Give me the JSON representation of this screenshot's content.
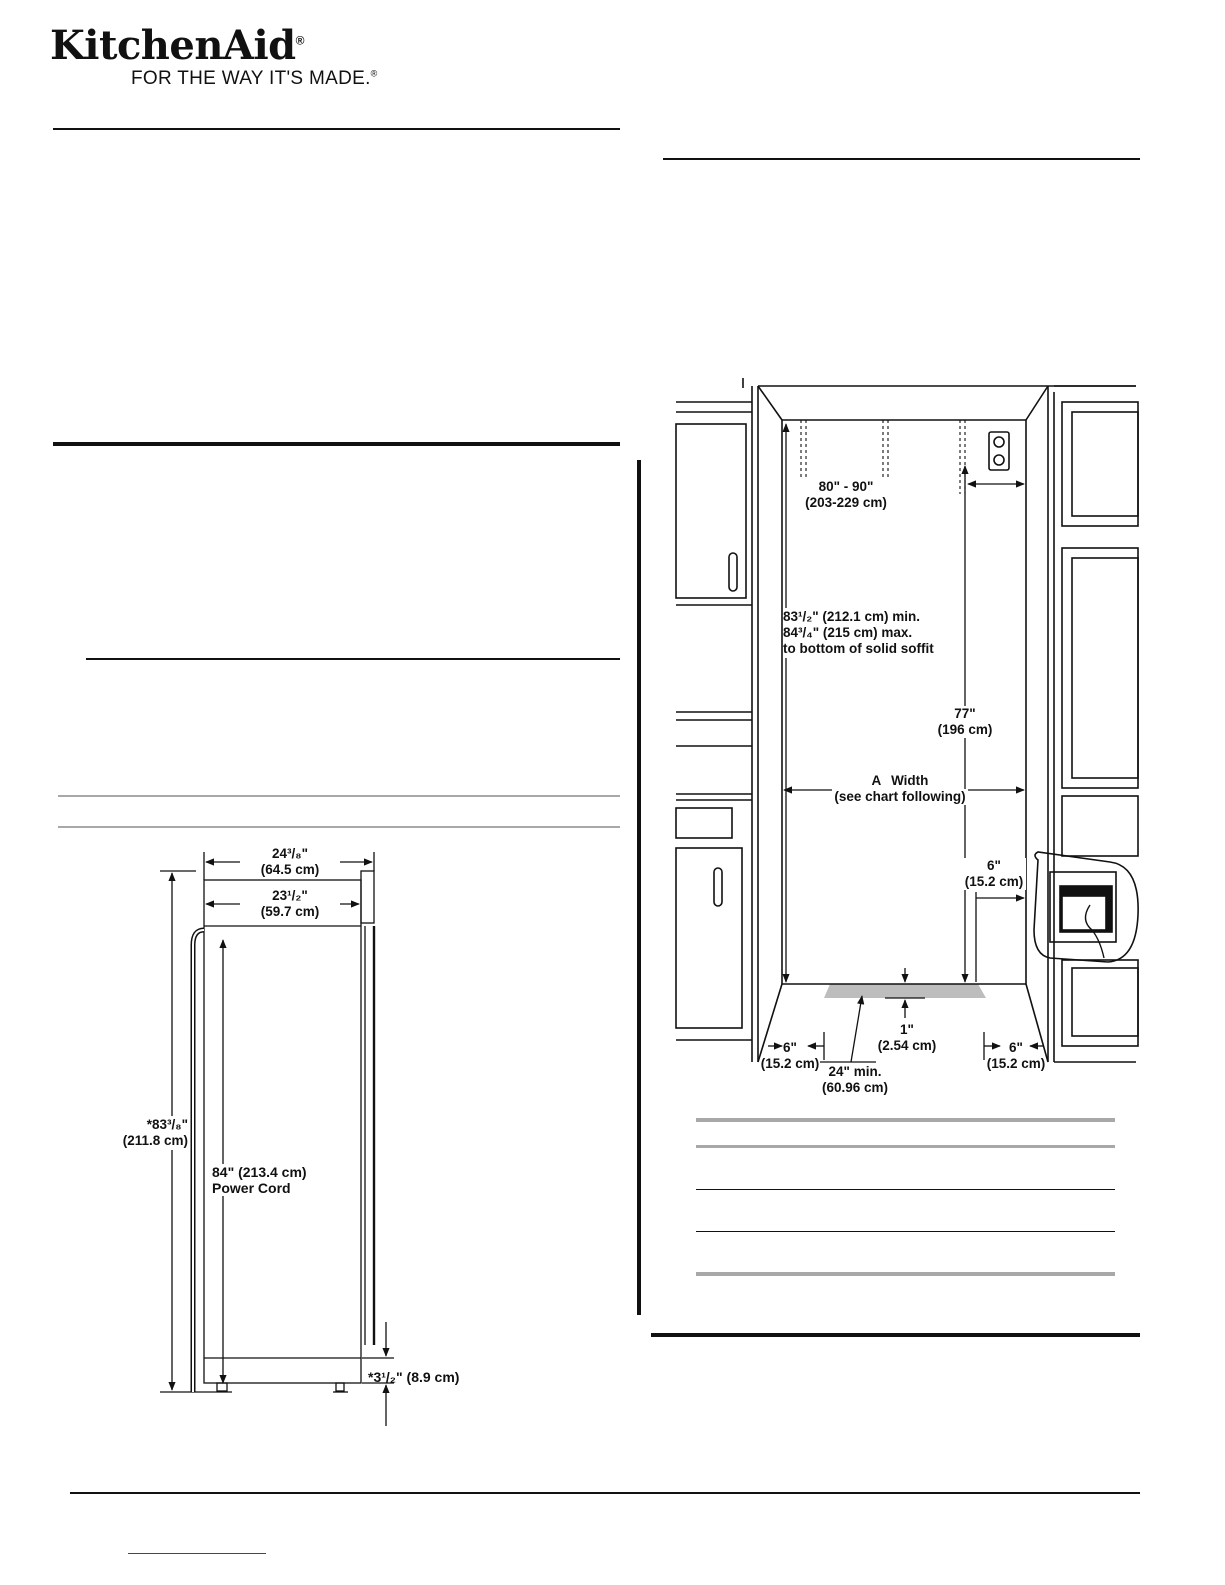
{
  "brand": {
    "name": "KitchenAid",
    "reg": "®",
    "tagline": "FOR THE WAY IT'S MADE.",
    "tagline_reg": "®"
  },
  "colors": {
    "ink": "#111111",
    "rule_gray": "#a8a8a8",
    "floor_shade": "#bdbdbd",
    "link": "#2a3cc8"
  },
  "product_diagram": {
    "overall_depth_in": "24³/₈\"",
    "overall_depth_cm": "(64.5 cm)",
    "cabinet_depth_in": "23¹/₂\"",
    "cabinet_depth_cm": "(59.7 cm)",
    "height_in": "*83³/₈\"",
    "height_cm": "(211.8 cm)",
    "cord_line1": "84\" (213.4 cm)",
    "cord_line2": "Power Cord",
    "base": "*3¹/₂\" (8.9 cm)"
  },
  "installation_diagram": {
    "soffit_range_in": "80\" - 90\"",
    "soffit_range_cm": "(203-229 cm)",
    "height_min": "83¹/₂\" (212.1 cm) min.",
    "height_max": "84³/₄\" (215 cm) max.",
    "height_note": "to bottom of solid soffit",
    "outlet_height_in": "77\"",
    "outlet_height_cm": "(196 cm)",
    "width_letter": "A",
    "width_label": "Width",
    "width_note": "(see chart following)",
    "water_offset_in": "6\"",
    "water_offset_cm": "(15.2 cm)",
    "floor_gap_in": "1\"",
    "floor_gap_cm": "(2.54 cm)",
    "left_side_in": "6\"",
    "left_side_cm": "(15.2 cm)",
    "door_swing_in": "24\" min.",
    "door_swing_cm": "(60.96 cm)",
    "right_side_in": "6\"",
    "right_side_cm": "(15.2 cm)"
  }
}
